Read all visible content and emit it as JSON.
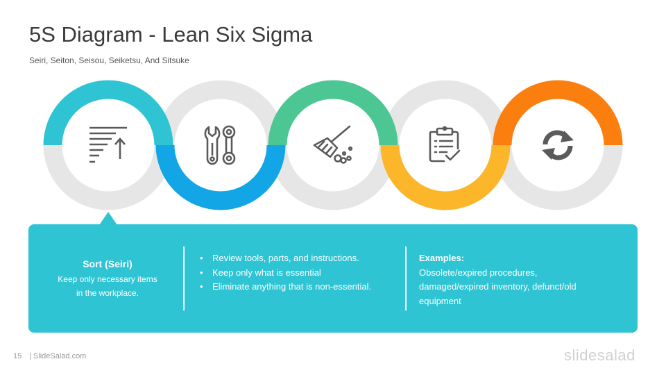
{
  "title": "5S Diagram - Lean Six Sigma",
  "subtitle": "Seiri, Seiton, Seisou, Seiketsu, And Sitsuke",
  "colors": {
    "ring_gray": "#e6e6e6",
    "step1": "#2ec4d3",
    "step2": "#12a6e6",
    "step3": "#4cc794",
    "step4": "#fbb62a",
    "step5": "#fb7f0f",
    "icon": "#5a5a5a",
    "panel": "#2ec4d3"
  },
  "steps": [
    {
      "icon": "sort-icon"
    },
    {
      "icon": "tools-icon"
    },
    {
      "icon": "broom-icon"
    },
    {
      "icon": "clipboard-checklist-icon"
    },
    {
      "icon": "refresh-cycle-icon"
    }
  ],
  "detail": {
    "heading": "Sort (Seiri)",
    "description": "Keep only necessary items in the workplace.",
    "bullet_marker": "•",
    "bullets": [
      "Review tools, parts, and instructions.",
      "Keep only what is essential",
      "Eliminate anything that is non-essential."
    ],
    "examples_heading": "Examples:",
    "examples_text": "Obsolete/expired procedures, damaged/expired inventory, defunct/old equipment"
  },
  "footer": {
    "page_number": "15",
    "site": "| SlideSalad.com",
    "logo": "slidesalad"
  }
}
